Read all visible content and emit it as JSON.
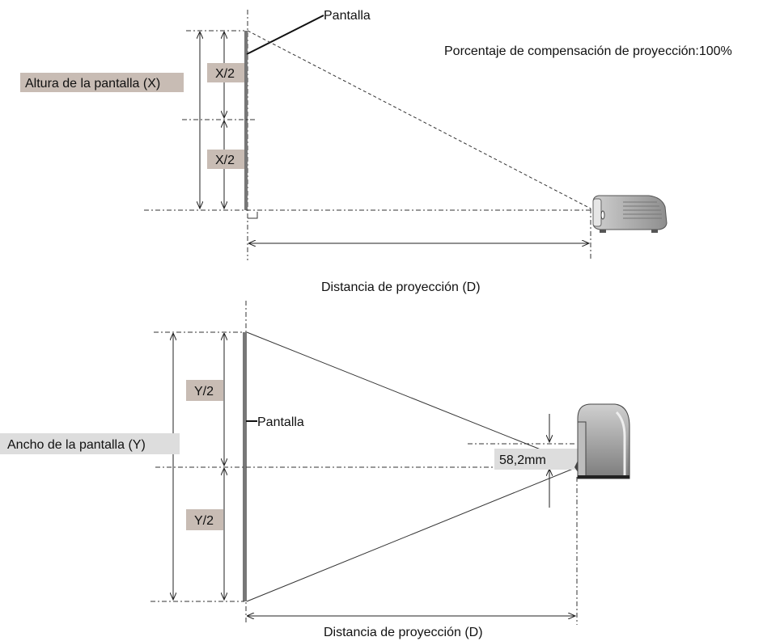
{
  "colors": {
    "label_bg": "#c8bcb4",
    "light_label_bg": "#dddddd",
    "screen": "#777777",
    "projector": "#a8a8a8",
    "line": "#222222"
  },
  "top_view": {
    "screen_label": "Pantalla",
    "height_label": "Altura de la pantalla (X)",
    "half_upper": "X/2",
    "half_lower": "X/2",
    "offset_text": "Porcentaje de compensación de proyección:100%",
    "distance_label": "Distancia de proyección (D)",
    "icons": [
      "projector-side-icon"
    ]
  },
  "bottom_view": {
    "screen_label": "Pantalla",
    "width_label": "Ancho de la pantalla (Y)",
    "half_upper": "Y/2",
    "half_lower": "Y/2",
    "lens_offset": "58,2mm",
    "distance_label": "Distancia de proyección (D)",
    "icons": [
      "projector-top-icon"
    ]
  }
}
